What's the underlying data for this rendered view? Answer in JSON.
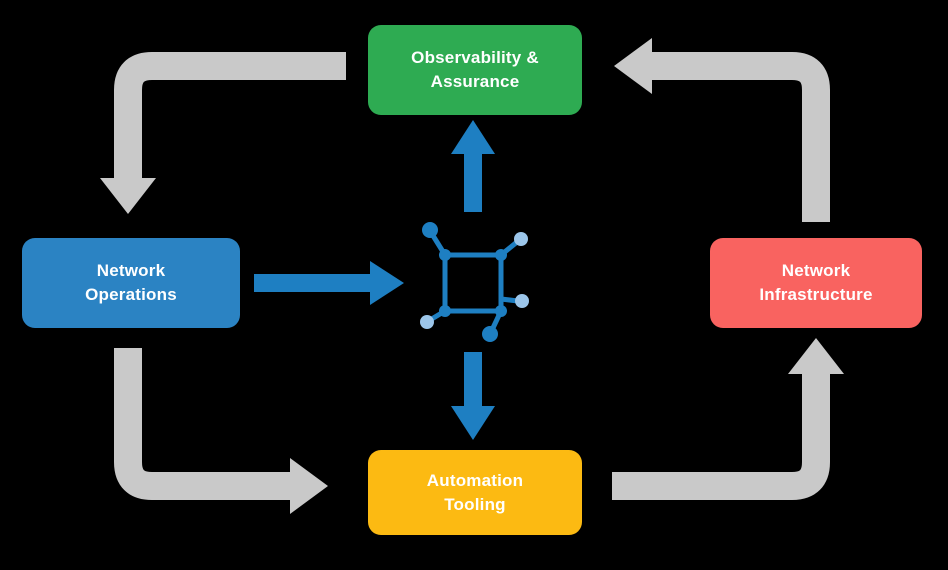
{
  "diagram": {
    "background": "#000000",
    "nodes": {
      "observability": {
        "label": "Observability & Assurance",
        "lines": [
          "Observability &",
          "Assurance"
        ],
        "color": "#2eab52"
      },
      "operations": {
        "label": "Network Operations",
        "lines": [
          "Network",
          "Operations"
        ],
        "color": "#2b83c3"
      },
      "infrastructure": {
        "label": "Network Infrastructure",
        "lines": [
          "Network",
          "Infrastructure"
        ],
        "color": "#f96360"
      },
      "automation": {
        "label": "Automation Tooling",
        "lines": [
          "Automation",
          "Tooling"
        ],
        "color": "#fcba12"
      }
    },
    "colors": {
      "arrow_gray": "#c9c9c9",
      "arrow_blue": "#1e7fc2",
      "icon_primary": "#1e7fc2",
      "icon_secondary": "#9cc6ea",
      "label_text": "#ffffff"
    },
    "icon": {
      "name": "network-platform-icon"
    }
  }
}
